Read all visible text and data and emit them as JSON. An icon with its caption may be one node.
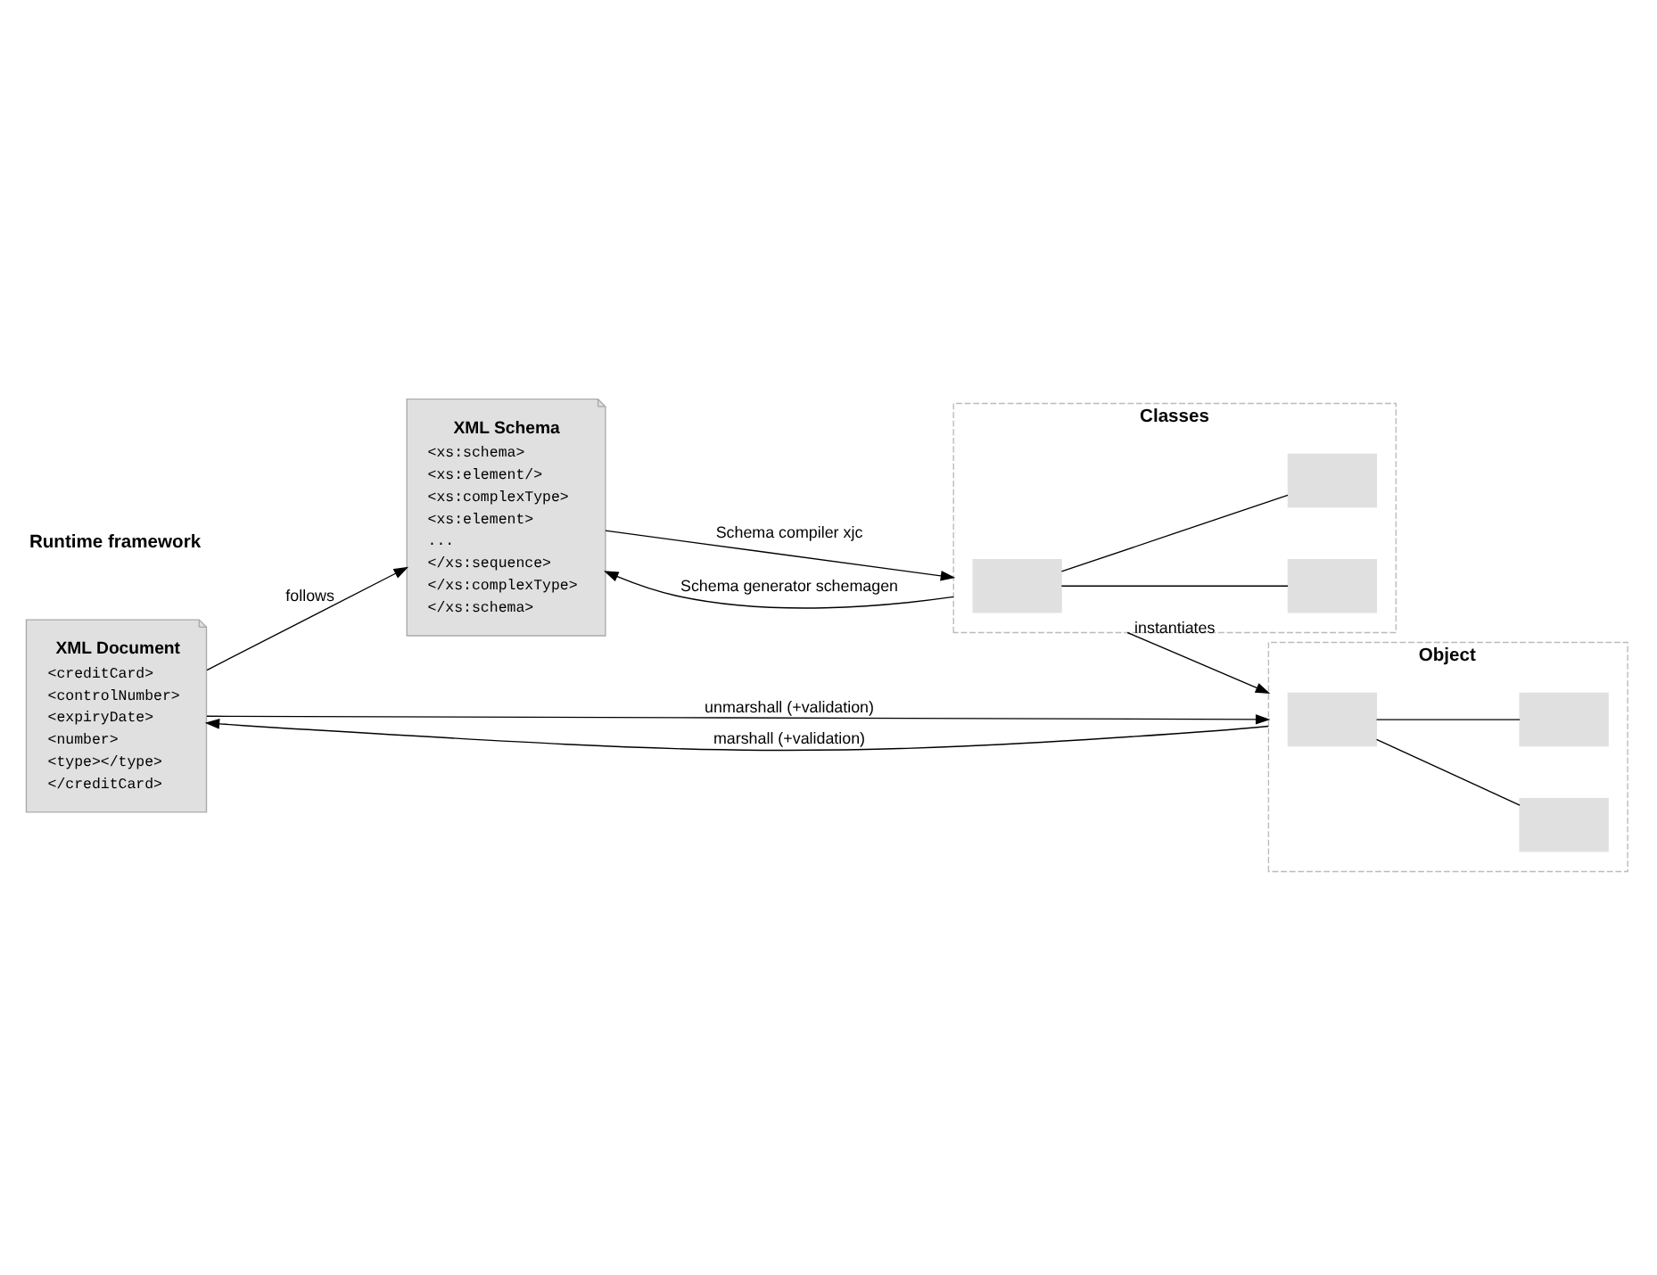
{
  "diagram": {
    "nodes": [
      {
        "text": [
          "XML Schema",
          "<xs:schema>",
          "<xs:element/>",
          "<xs:complexType>",
          "<xs:element>",
          "...",
          "</xs:sequence>",
          "</xs:complexType>",
          "</xs:schema>"
        ]
      },
      {
        "text": [
          "Classes"
        ]
      },
      {
        "text": [],
        "shape": "box",
        "in": 1
      },
      {
        "text": [],
        "shape": "box",
        "in": 1
      },
      {
        "text": [],
        "shape": "box",
        "in": 1
      },
      {
        "text": [
          "XML Document",
          "<creditCard>",
          "<controlNumber>",
          "<expiryDate>",
          "<number>",
          "<type></type>",
          "</creditCard>"
        ]
      },
      {
        "text": [
          "Object"
        ]
      },
      {
        "text": [],
        "shape": "box",
        "in": 6
      },
      {
        "text": [],
        "shape": "box",
        "in": 6
      },
      {
        "text": [],
        "shape": "box",
        "in": 6
      }
    ],
    "edges": [
      {
        "from": 0,
        "to": 1,
        "arrow": "to",
        "label": "Schema compiler xjc"
      },
      {
        "from": 1,
        "to": 0,
        "arrow": "to",
        "label": "Schema generator schemagen"
      },
      {
        "from": 2,
        "to": 3,
        "arrow": "none"
      },
      {
        "from": 2,
        "to": 4,
        "arrow": "none"
      },
      {
        "from": 5,
        "to": 0,
        "arrow": "to",
        "label": "follows"
      },
      {
        "from": 1,
        "to": 6,
        "arrow": "to",
        "label": "instantiates"
      },
      {
        "from": 5,
        "to": 6,
        "arrow": "to",
        "label": "unmarshall (+validation)"
      },
      {
        "from": 6,
        "to": 5,
        "arrow": "to",
        "label": "marshall (+validation)"
      },
      {
        "from": 7,
        "to": 8,
        "arrow": "none"
      },
      {
        "from": 7,
        "to": 9,
        "arrow": "none"
      }
    ],
    "labels": [
      "Runtime framework"
    ]
  }
}
